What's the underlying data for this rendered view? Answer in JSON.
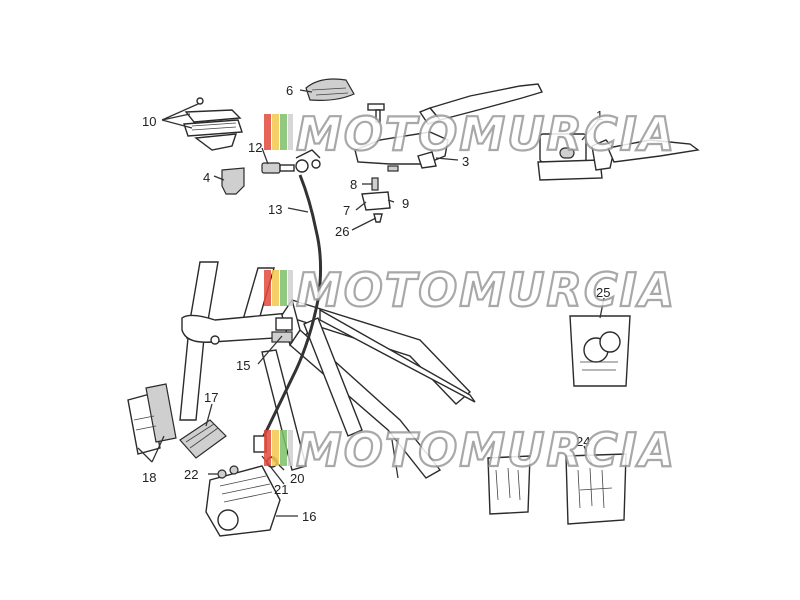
{
  "watermark": {
    "text": "MOTOMURCIA",
    "stripe_colors": [
      "#e24a3b",
      "#f2c84b",
      "#7fbf6a",
      "#cfcfcf"
    ]
  },
  "callouts": [
    {
      "id": "1",
      "label": "1"
    },
    {
      "id": "3",
      "label": "3"
    },
    {
      "id": "4",
      "label": "4"
    },
    {
      "id": "6",
      "label": "6"
    },
    {
      "id": "7",
      "label": "7"
    },
    {
      "id": "8",
      "label": "8"
    },
    {
      "id": "9",
      "label": "9"
    },
    {
      "id": "10",
      "label": "10"
    },
    {
      "id": "12",
      "label": "12"
    },
    {
      "id": "13",
      "label": "13"
    },
    {
      "id": "15",
      "label": "15"
    },
    {
      "id": "16",
      "label": "16"
    },
    {
      "id": "17",
      "label": "17"
    },
    {
      "id": "18",
      "label": "18"
    },
    {
      "id": "20",
      "label": "20"
    },
    {
      "id": "21",
      "label": "21"
    },
    {
      "id": "22",
      "label": "22"
    },
    {
      "id": "24",
      "label": "24"
    },
    {
      "id": "25",
      "label": "25"
    },
    {
      "id": "26",
      "label": "26"
    }
  ]
}
